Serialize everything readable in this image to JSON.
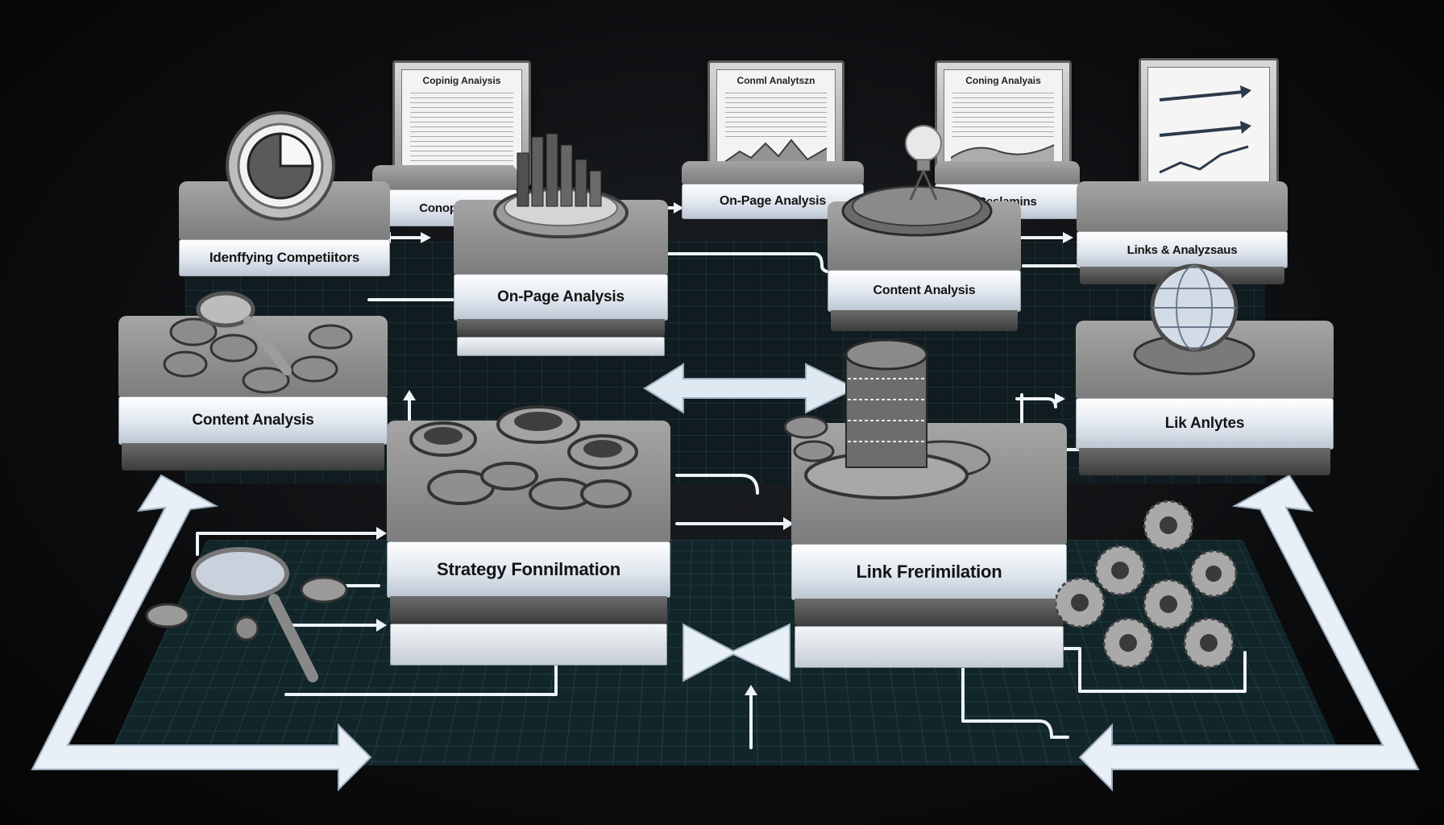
{
  "diagram": {
    "panels": [
      {
        "id": "panel-1",
        "title": "Copinig Anaiysis"
      },
      {
        "id": "panel-2",
        "title": "Conml Analytszn"
      },
      {
        "id": "panel-3",
        "title": "Coning Analyais"
      }
    ],
    "blocks": {
      "identifying_competitors": "Idenffying Competiitors",
      "competitor_partial": "Conoptis",
      "on_page_top": "On-Page Analysis",
      "on_page_upper": "On-Page Analysis",
      "content_partial": "Ceslamins",
      "content_upper": "Content Analysis",
      "links_top": "Links & Analyzsaus",
      "content_left": "Content Analysis",
      "link_right": "Lik Anlytes",
      "strategy": "Strategy Fonnilmation",
      "link_formation": "Link Frerimilation"
    },
    "colors": {
      "background": "#0c0d0f",
      "floor": "#12262a",
      "block_face": "#e7ecf2",
      "block_top": "#8f8f8f",
      "arrow": "#eef3f7"
    },
    "icons": [
      "pie-chart-icon",
      "bar-chart-icon",
      "lightbulb-icon",
      "trend-chart-icon",
      "globe-icon",
      "magnifier-icon",
      "gears-icon",
      "coins-icon",
      "stacked-disks-icon"
    ]
  }
}
